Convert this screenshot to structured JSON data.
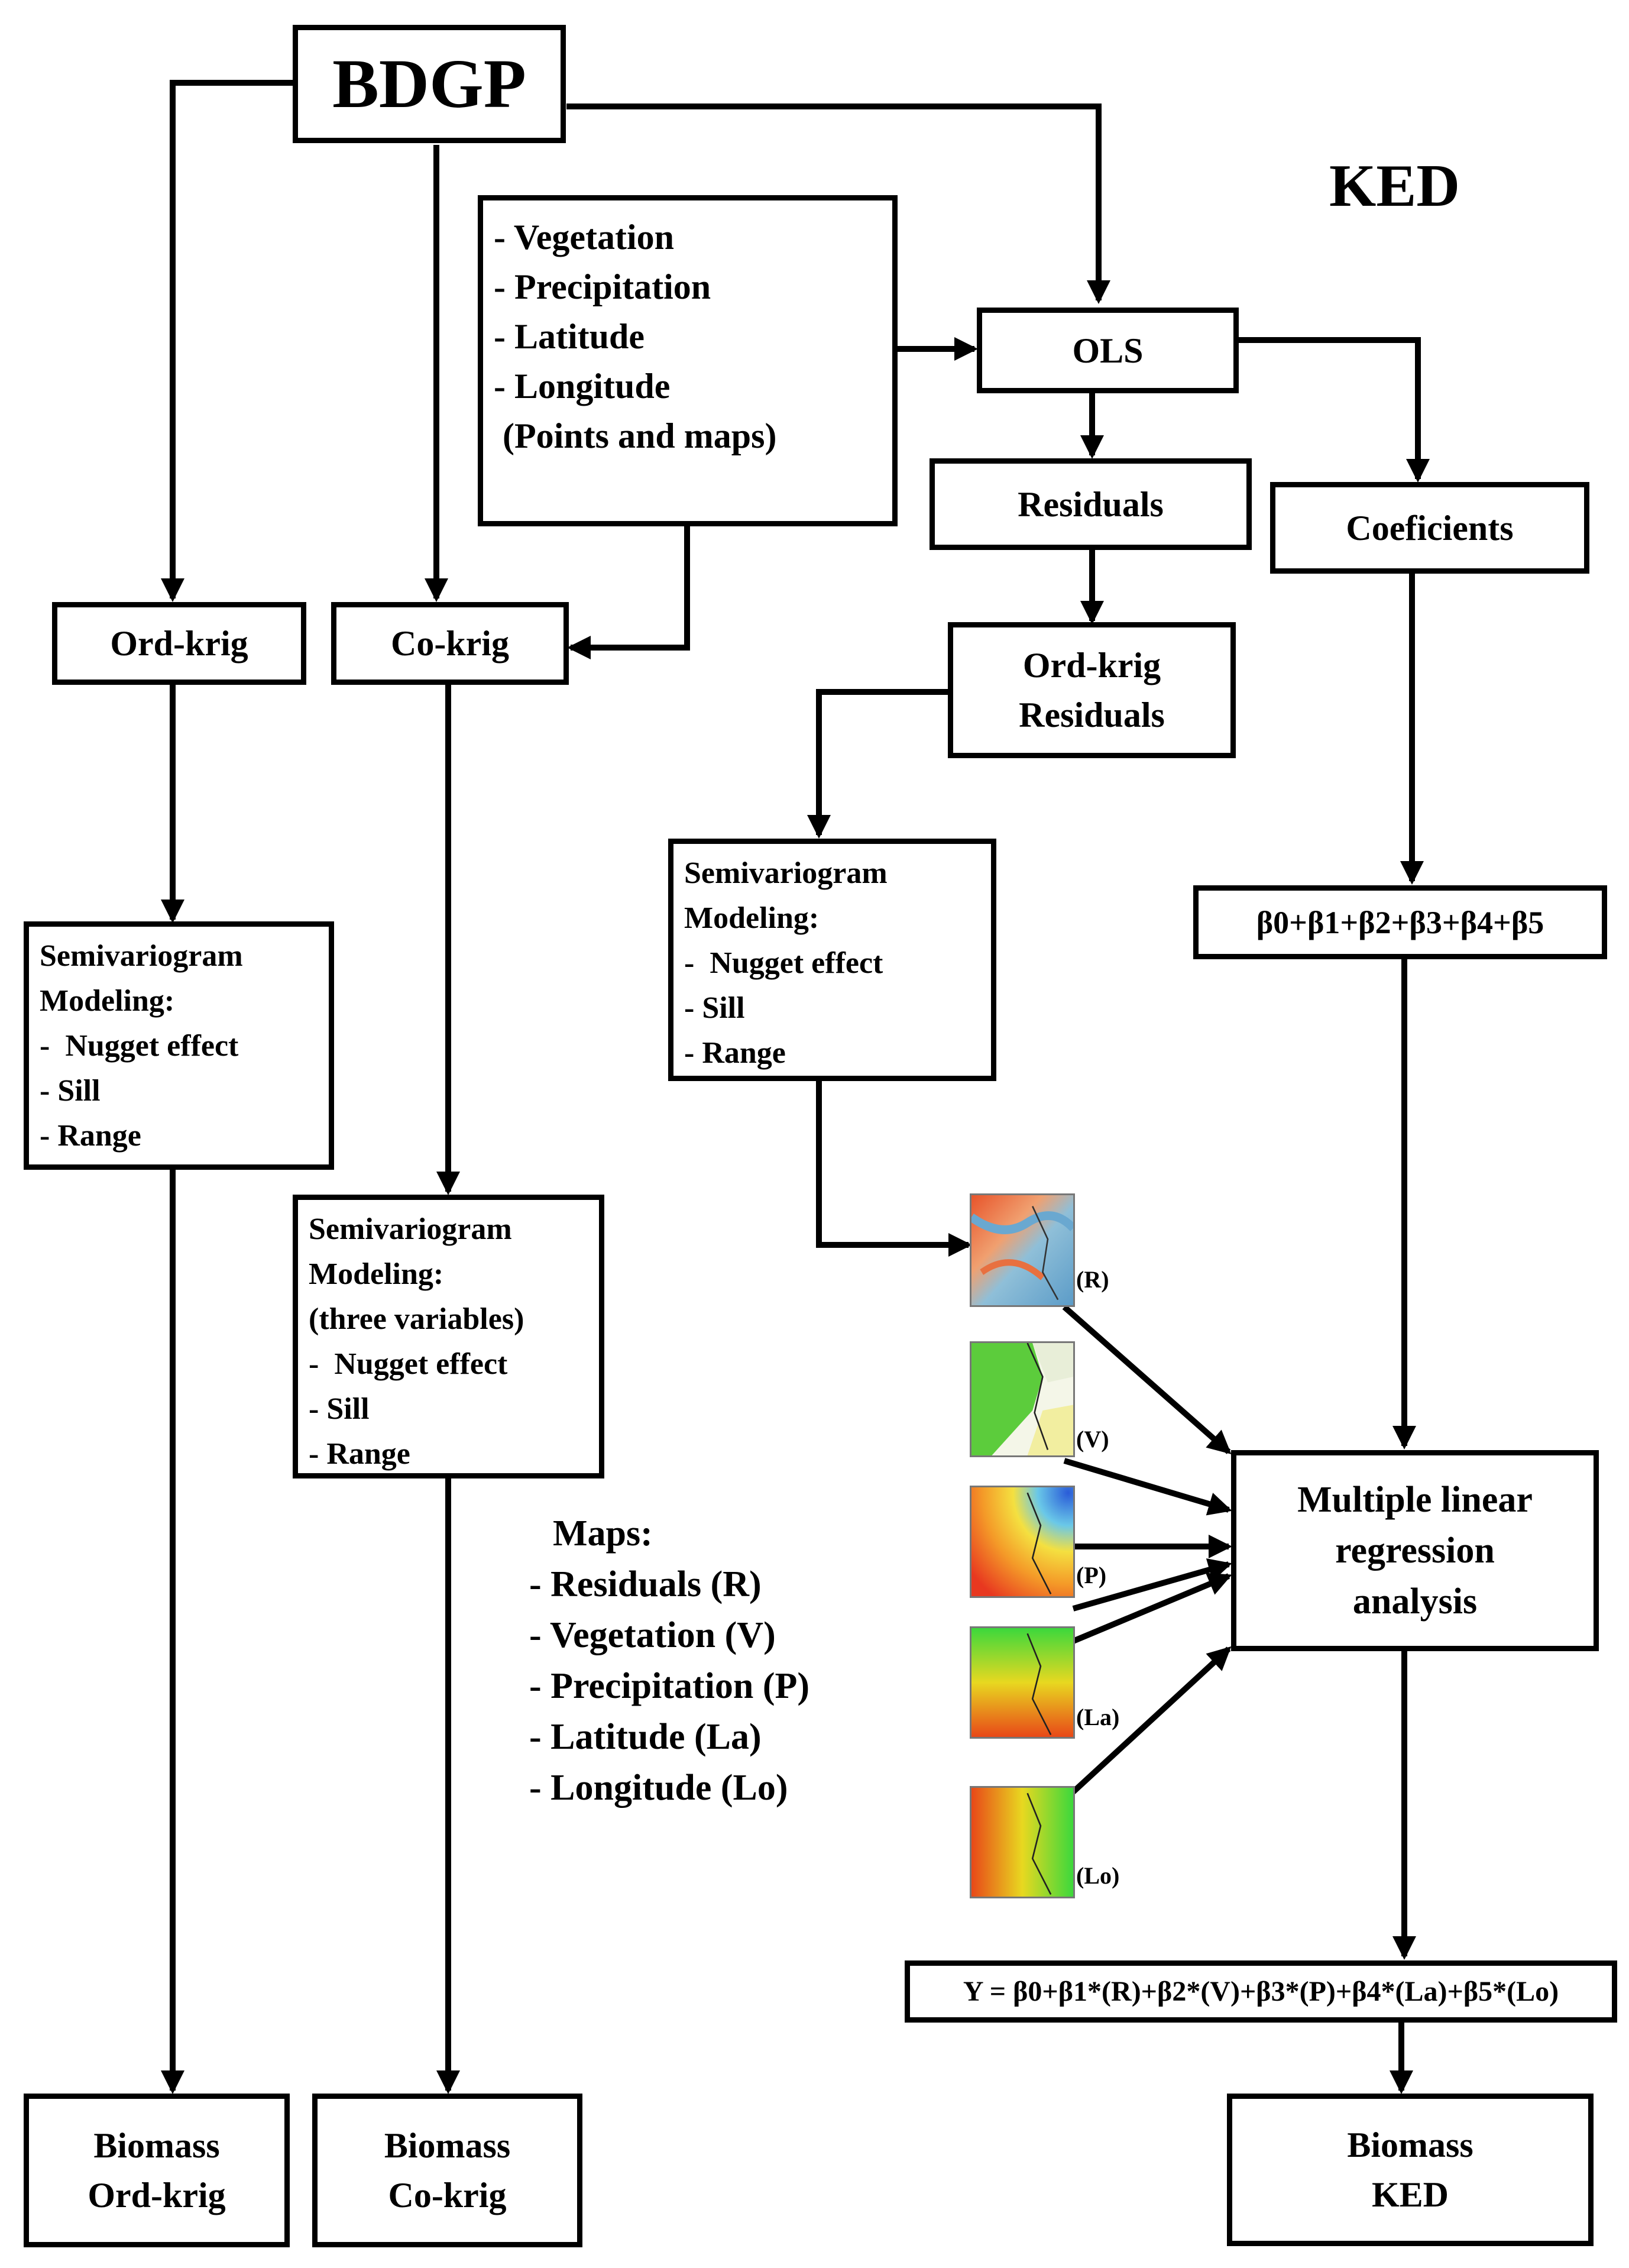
{
  "top": {
    "bdgp": "BDGP",
    "ked_title": "KED"
  },
  "inputs": [
    "- Vegetation",
    "- Precipitation",
    "- Latitude",
    "- Longitude",
    " (Points and maps)"
  ],
  "ols": "OLS",
  "residuals": "Residuals",
  "coefficients": "Coeficients",
  "ordkrig_residuals": [
    "Ord-krig",
    "Residuals"
  ],
  "ordkrig": "Ord-krig",
  "cokrig": "Co-krig",
  "semivariogram_ord": [
    "Semivariogram",
    "Modeling:",
    "-  Nugget effect",
    "- Sill",
    "- Range"
  ],
  "semivariogram_res": [
    "Semivariogram",
    "Modeling:",
    "-  Nugget effect",
    "- Sill",
    "- Range"
  ],
  "semivariogram_co": [
    "Semivariogram",
    "Modeling:",
    "(three variables)",
    "-  Nugget effect",
    "- Sill",
    "- Range"
  ],
  "betas": "β0+β1+β2+β3+β4+β5",
  "maps_list": {
    "heading": "Maps:",
    "items": [
      "- Residuals (R)",
      "- Vegetation (V)",
      "- Precipitation (P)",
      "- Latitude (La)",
      "- Longitude (Lo)"
    ]
  },
  "map_labels": [
    "(R)",
    "(V)",
    "(P)",
    "(La)",
    "(Lo)"
  ],
  "mlr": [
    "Multiple linear",
    "regression",
    "analysis"
  ],
  "equation": "Y = β0+β1*(R)+β2*(V)+β3*(P)+β4*(La)+β5*(Lo)",
  "outputs": {
    "ordkrig": [
      "Biomass",
      "Ord-krig"
    ],
    "cokrig": [
      "Biomass",
      "Co-krig"
    ],
    "ked": [
      "Biomass",
      "KED"
    ]
  }
}
